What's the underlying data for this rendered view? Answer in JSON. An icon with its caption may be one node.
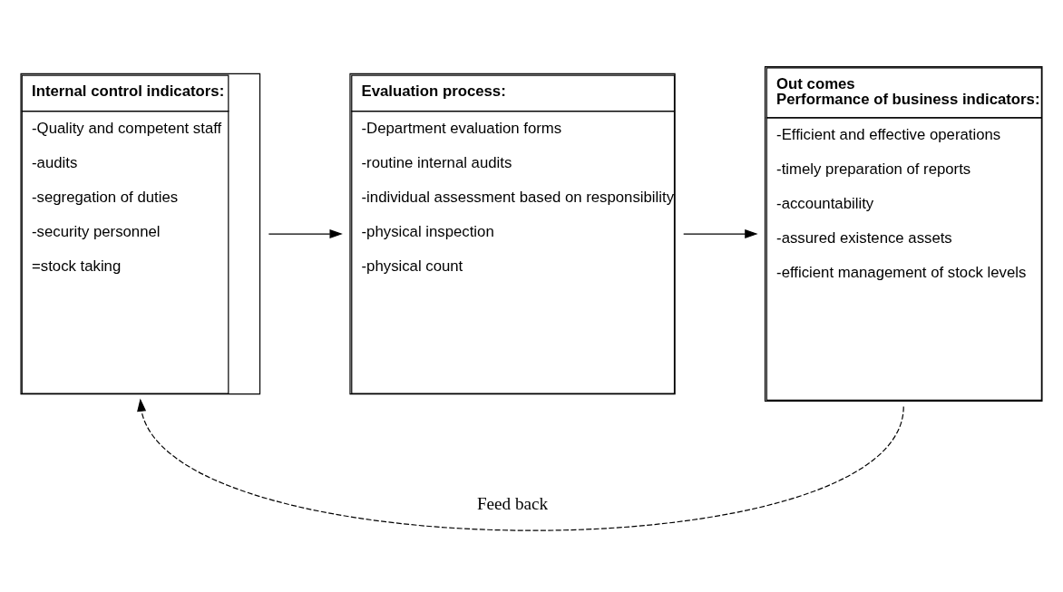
{
  "diagram": {
    "nodes": [
      {
        "text": [
          "Internal control indicators:",
          "-Quality and competent staff",
          "-audits",
          "-segregation of duties",
          "-security personnel",
          "=stock taking"
        ]
      },
      {
        "text": [
          "Evaluation process:",
          "-Department evaluation forms",
          "-routine internal audits",
          "-individual assessment based on responsibility",
          "-physical inspection",
          "-physical count"
        ]
      },
      {
        "text": [
          "Out comes",
          "Performance of business indicators:",
          "-Efficient and effective operations",
          "-timely preparation of reports",
          "-accountability",
          "-assured existence assets",
          "-efficient management of stock levels"
        ]
      }
    ],
    "edges": [
      {
        "from": 0,
        "to": 1,
        "arrow": "to"
      },
      {
        "from": 1,
        "to": 2,
        "arrow": "to"
      },
      {
        "from": 2,
        "to": 0,
        "arrow": "to",
        "label": "Feed back",
        "style": "dashed"
      }
    ]
  }
}
